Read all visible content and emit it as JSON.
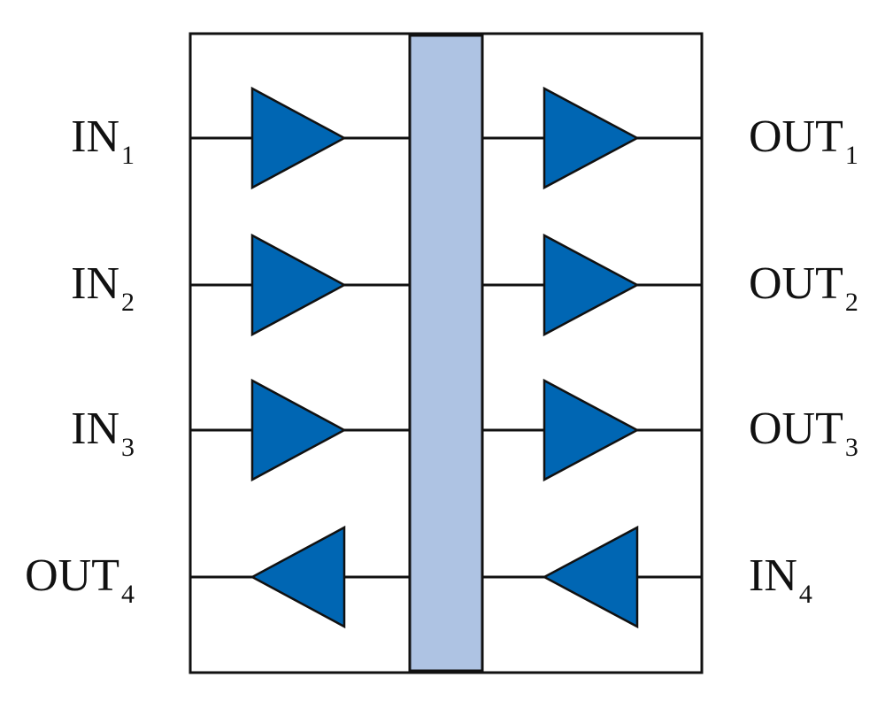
{
  "colors": {
    "buffer_fill": "#0066b3",
    "channel_fill": "#aec3e3",
    "line": "#111111",
    "background": "#ffffff"
  },
  "left_ports": [
    {
      "name": "IN",
      "sub": "1",
      "direction": "in"
    },
    {
      "name": "IN",
      "sub": "2",
      "direction": "in"
    },
    {
      "name": "IN",
      "sub": "3",
      "direction": "in"
    },
    {
      "name": "OUT",
      "sub": "4",
      "direction": "out"
    }
  ],
  "right_ports": [
    {
      "name": "OUT",
      "sub": "1",
      "direction": "out"
    },
    {
      "name": "OUT",
      "sub": "2",
      "direction": "out"
    },
    {
      "name": "OUT",
      "sub": "3",
      "direction": "out"
    },
    {
      "name": "IN",
      "sub": "4",
      "direction": "in"
    }
  ],
  "buffers": {
    "left": [
      "right",
      "right",
      "right",
      "left"
    ],
    "right": [
      "right",
      "right",
      "right",
      "left"
    ]
  }
}
